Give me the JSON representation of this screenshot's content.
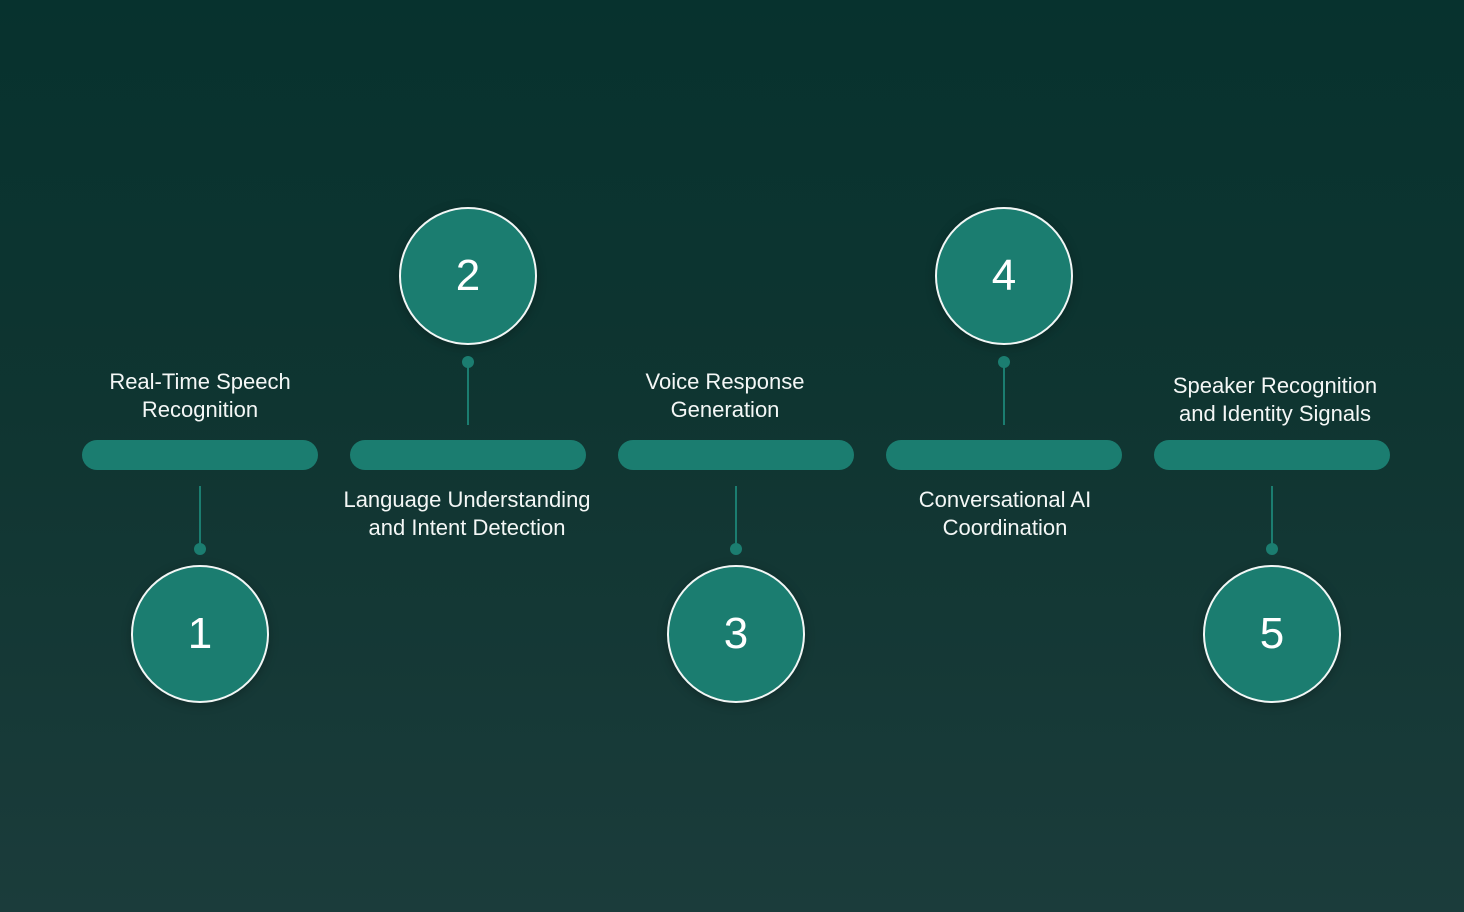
{
  "diagram": {
    "type": "alternating-timeline",
    "colors": {
      "background_top": "#07322e",
      "background_bottom": "#1b3c3b",
      "accent": "#1b7d70",
      "circle_border": "#f2f7f6",
      "text": "#f4f7f6"
    },
    "steps": [
      {
        "number": "1",
        "label_line1": "Real-Time Speech",
        "label_line2": "Recognition",
        "label_position": "above",
        "circle_position": "below"
      },
      {
        "number": "2",
        "label_line1": "Language Understanding",
        "label_line2": "and Intent Detection",
        "label_position": "below",
        "circle_position": "above"
      },
      {
        "number": "3",
        "label_line1": "Voice Response",
        "label_line2": "Generation",
        "label_position": "above",
        "circle_position": "below"
      },
      {
        "number": "4",
        "label_line1": "Conversational AI",
        "label_line2": "Coordination",
        "label_position": "below",
        "circle_position": "above"
      },
      {
        "number": "5",
        "label_line1": "Speaker Recognition",
        "label_line2": "and Identity Signals",
        "label_position": "above",
        "circle_position": "below"
      }
    ]
  }
}
